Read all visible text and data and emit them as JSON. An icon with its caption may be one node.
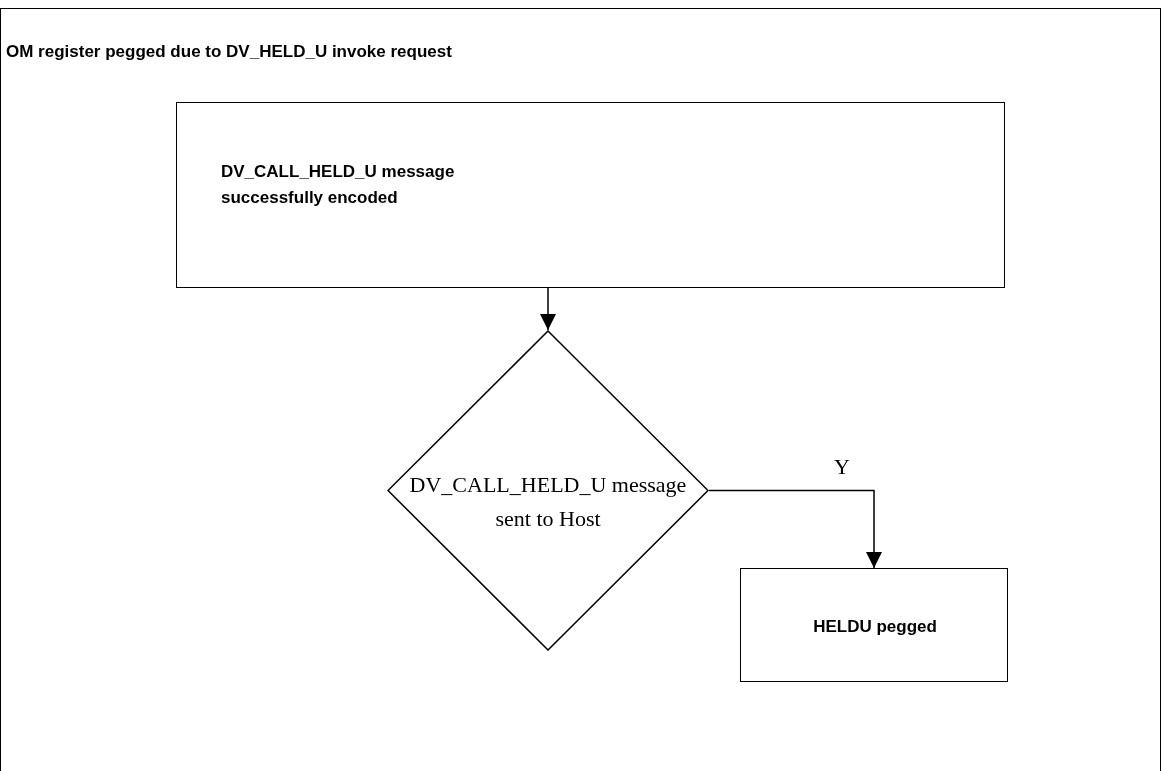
{
  "diagram": {
    "title": "OM register pegged due to DV_HELD_U invoke request",
    "nodes": [
      {
        "text": [
          "DV_CALL_HELD_U message successfully encoded"
        ]
      },
      {
        "text": [
          "DV_CALL_HELD_U message sent to Host"
        ]
      },
      {
        "text": [
          "HELDU pegged"
        ]
      }
    ],
    "edges": [
      {
        "from": 0,
        "to": 1,
        "arrow": "to"
      },
      {
        "from": 1,
        "to": 2,
        "arrow": "to",
        "label": "Y"
      }
    ]
  }
}
